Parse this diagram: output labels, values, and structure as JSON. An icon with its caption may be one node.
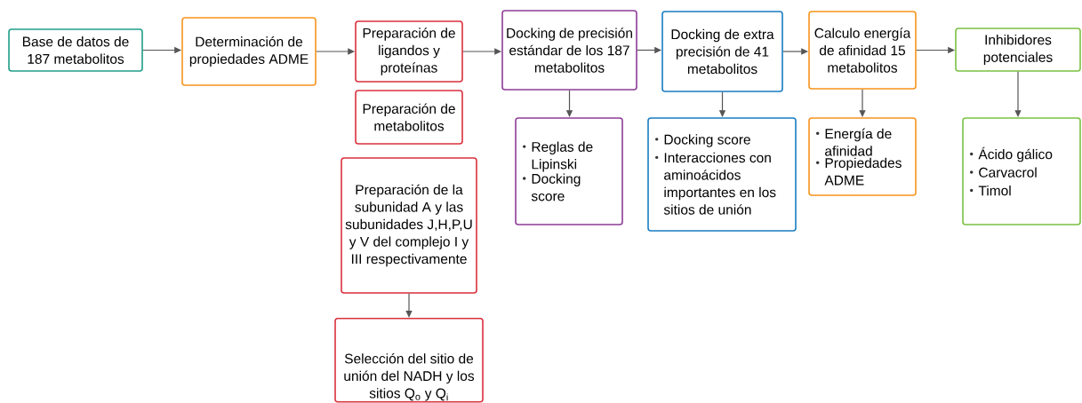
{
  "diagram": {
    "nodes": [
      {
        "text": [
          "Base de datos de 187 metabolitos"
        ]
      },
      {
        "text": [
          "Determinación de propiedades ADME"
        ]
      },
      {
        "text": [
          "Preparación de ligandos y proteínas"
        ]
      },
      {
        "text": [
          "Preparación de metabolitos"
        ]
      },
      {
        "text": [
          "Preparación de la subunidad A y las subunidades J,H,P,U y V del complejo I y III respectivamente"
        ]
      },
      {
        "text": [
          "Selección del sitio de unión del NADH y los sitios Q$_{o}$ y Q$_{i}$"
        ]
      },
      {
        "text": [
          "Docking de precisión estándar de los 187 metabolitos"
        ]
      },
      {
        "text": [
          "Reglas de Lipinski",
          "Docking score"
        ]
      },
      {
        "text": [
          "Docking de extra precisión de 41 metabolitos"
        ]
      },
      {
        "text": [
          "Docking score",
          "Interacciones con aminoácidos importantes en los sitios de unión"
        ]
      },
      {
        "text": [
          "Calculo energía de afinidad 15 metabolitos"
        ]
      },
      {
        "text": [
          "Energía de afinidad",
          "Propiedades ADME"
        ]
      },
      {
        "text": [
          "Inhibidores potenciales"
        ]
      },
      {
        "text": [
          "Ácido gálico",
          "Carvacrol",
          "Timol"
        ]
      }
    ],
    "edges": [
      {
        "from": 0,
        "to": 1,
        "arrow": "to"
      },
      {
        "from": 1,
        "to": 2,
        "arrow": "to"
      },
      {
        "from": 2,
        "to": 6,
        "arrow": "to"
      },
      {
        "from": 6,
        "to": 8,
        "arrow": "to"
      },
      {
        "from": 8,
        "to": 10,
        "arrow": "to"
      },
      {
        "from": 10,
        "to": 12,
        "arrow": "to"
      },
      {
        "from": 6,
        "to": 7,
        "arrow": "to"
      },
      {
        "from": 8,
        "to": 9,
        "arrow": "to"
      },
      {
        "from": 10,
        "to": 11,
        "arrow": "to"
      },
      {
        "from": 12,
        "to": 13,
        "arrow": "to"
      },
      {
        "from": 4,
        "to": 5,
        "arrow": "to"
      }
    ]
  }
}
